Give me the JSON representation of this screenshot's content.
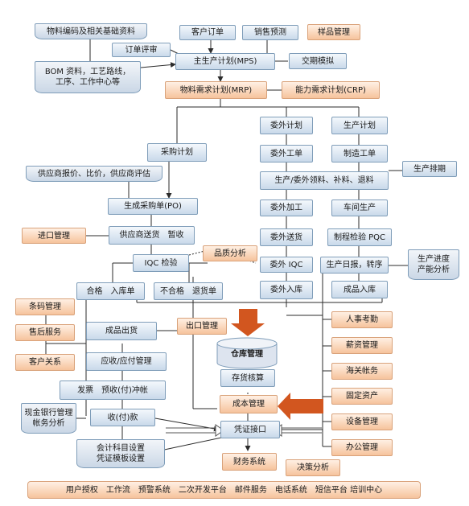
{
  "colors": {
    "line": "#2b2b2b",
    "blue_box": "#cad9ea",
    "orange_box": "#f6c39c",
    "big_arrow": "#d2561f"
  },
  "boxes": {
    "material_basics": "物料编码及相关基础资料",
    "customer_order": "客户订单",
    "sales_forecast": "销售预测",
    "sample_mgmt": "样品管理",
    "order_review": "订单评审",
    "bom_1": "BOM 资料，工艺路线，",
    "bom_2": "工序、工作中心等",
    "mps": "主生产计划(MPS)",
    "delivery_sim": "交期模拟",
    "mrp": "物料需求计划(MRP)",
    "crp": "能力需求计划(CRP)",
    "outsource_plan": "委外计划",
    "production_plan": "生产计划",
    "purchase_plan": "采购计划",
    "outsource_workorder": "委外工单",
    "mfg_workorder": "制造工单",
    "production_scheduling": "生产排期",
    "supplier_quote": "供应商报价、比价，供应商评估",
    "material_issue": "生产/委外领料、补料、退料",
    "generate_po": "生成采购单(PO)",
    "outsource_processing": "委外加工",
    "workshop_production": "车间生产",
    "import_mgmt": "进口管理",
    "supplier_delivery": "供应商送货　暂收",
    "outsource_delivery": "委外送货",
    "process_inspection": "制程检验 PQC",
    "quality_analysis": "品质分析",
    "iqc": "IQC 检验",
    "outsource_iqc": "委外 IQC",
    "daily_report": "生产日报，转序",
    "progress_1": "生产进度",
    "progress_2": "产能分析",
    "qualified_receipt": "合格　入库单",
    "unqualified_return": "不合格　退货单",
    "outsource_receipt": "委外入库",
    "finished_receipt": "成品入库",
    "barcode_mgmt": "条码管理",
    "aftersales": "售后服务",
    "customer_relations": "客户关系",
    "finished_shipment": "成品出货",
    "outbound_mgmt": "出口管理",
    "warehouse_mgmt": "仓库管理",
    "hr_attendance": "人事考勤",
    "salary_mgmt": "薪资管理",
    "customs_ledger": "海关帐务",
    "fixed_assets": "固定资产",
    "equipment_mgmt": "设备管理",
    "office_mgmt": "办公管理",
    "ar_ap": "应收/应付管理",
    "inventory_check": "存货核算",
    "invoice_offset": "发票　预收(付)冲帐",
    "cost_mgmt": "成本管理",
    "cash_bank_1": "现金银行管理",
    "cash_bank_2": "帐务分析",
    "receipt_payment": "收(付)款",
    "voucher_interface": "凭证接口",
    "accounting_1": "会计科目设置",
    "accounting_2": "凭证模板设置",
    "finance_system": "财务系统",
    "decision_analysis": "决策分析",
    "platform_bar": "用户授权　工作流　预警系统　二次开发平台　邮件服务　电话系统　短信平台 培训中心"
  }
}
